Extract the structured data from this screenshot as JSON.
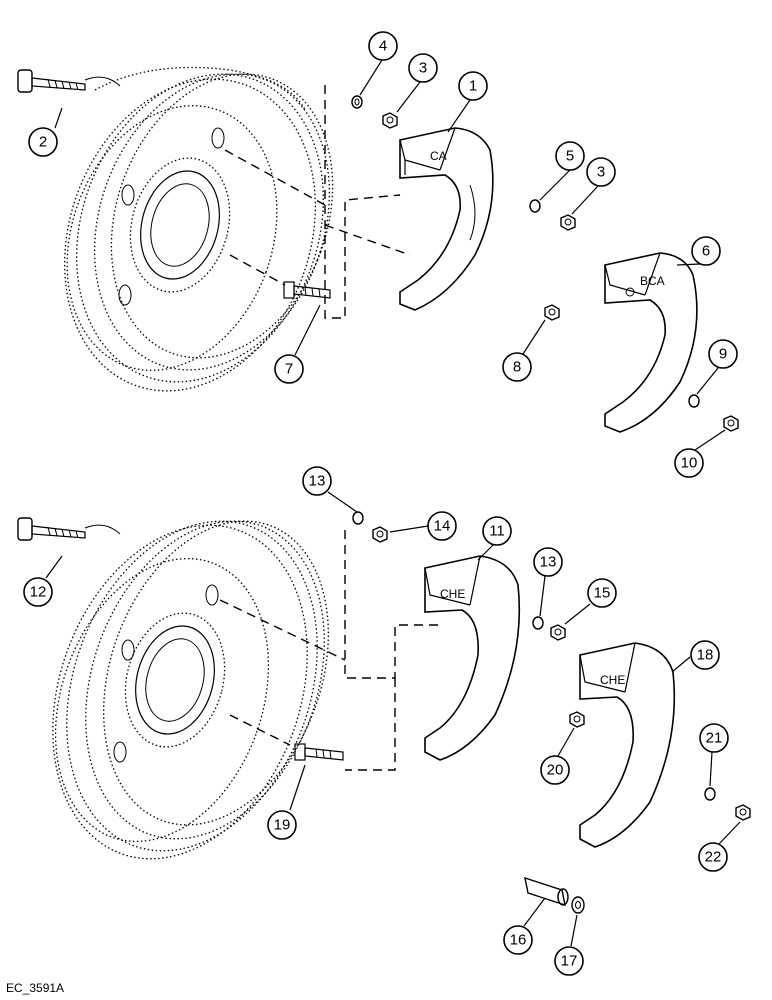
{
  "diagram": {
    "reference": "EC_3591A",
    "callouts": [
      {
        "id": "c2",
        "label": "2"
      },
      {
        "id": "c4",
        "label": "4"
      },
      {
        "id": "c3a",
        "label": "3"
      },
      {
        "id": "c1",
        "label": "1"
      },
      {
        "id": "c5",
        "label": "5"
      },
      {
        "id": "c3b",
        "label": "3"
      },
      {
        "id": "c6",
        "label": "6"
      },
      {
        "id": "c7",
        "label": "7"
      },
      {
        "id": "c8",
        "label": "8"
      },
      {
        "id": "c9",
        "label": "9"
      },
      {
        "id": "c10",
        "label": "10"
      },
      {
        "id": "c13a",
        "label": "13"
      },
      {
        "id": "c14",
        "label": "14"
      },
      {
        "id": "c11",
        "label": "11"
      },
      {
        "id": "c12",
        "label": "12"
      },
      {
        "id": "c13b",
        "label": "13"
      },
      {
        "id": "c15",
        "label": "15"
      },
      {
        "id": "c18",
        "label": "18"
      },
      {
        "id": "c20",
        "label": "20"
      },
      {
        "id": "c21",
        "label": "21"
      },
      {
        "id": "c19",
        "label": "19"
      },
      {
        "id": "c22",
        "label": "22"
      },
      {
        "id": "c16",
        "label": "16"
      },
      {
        "id": "c17",
        "label": "17"
      }
    ]
  }
}
